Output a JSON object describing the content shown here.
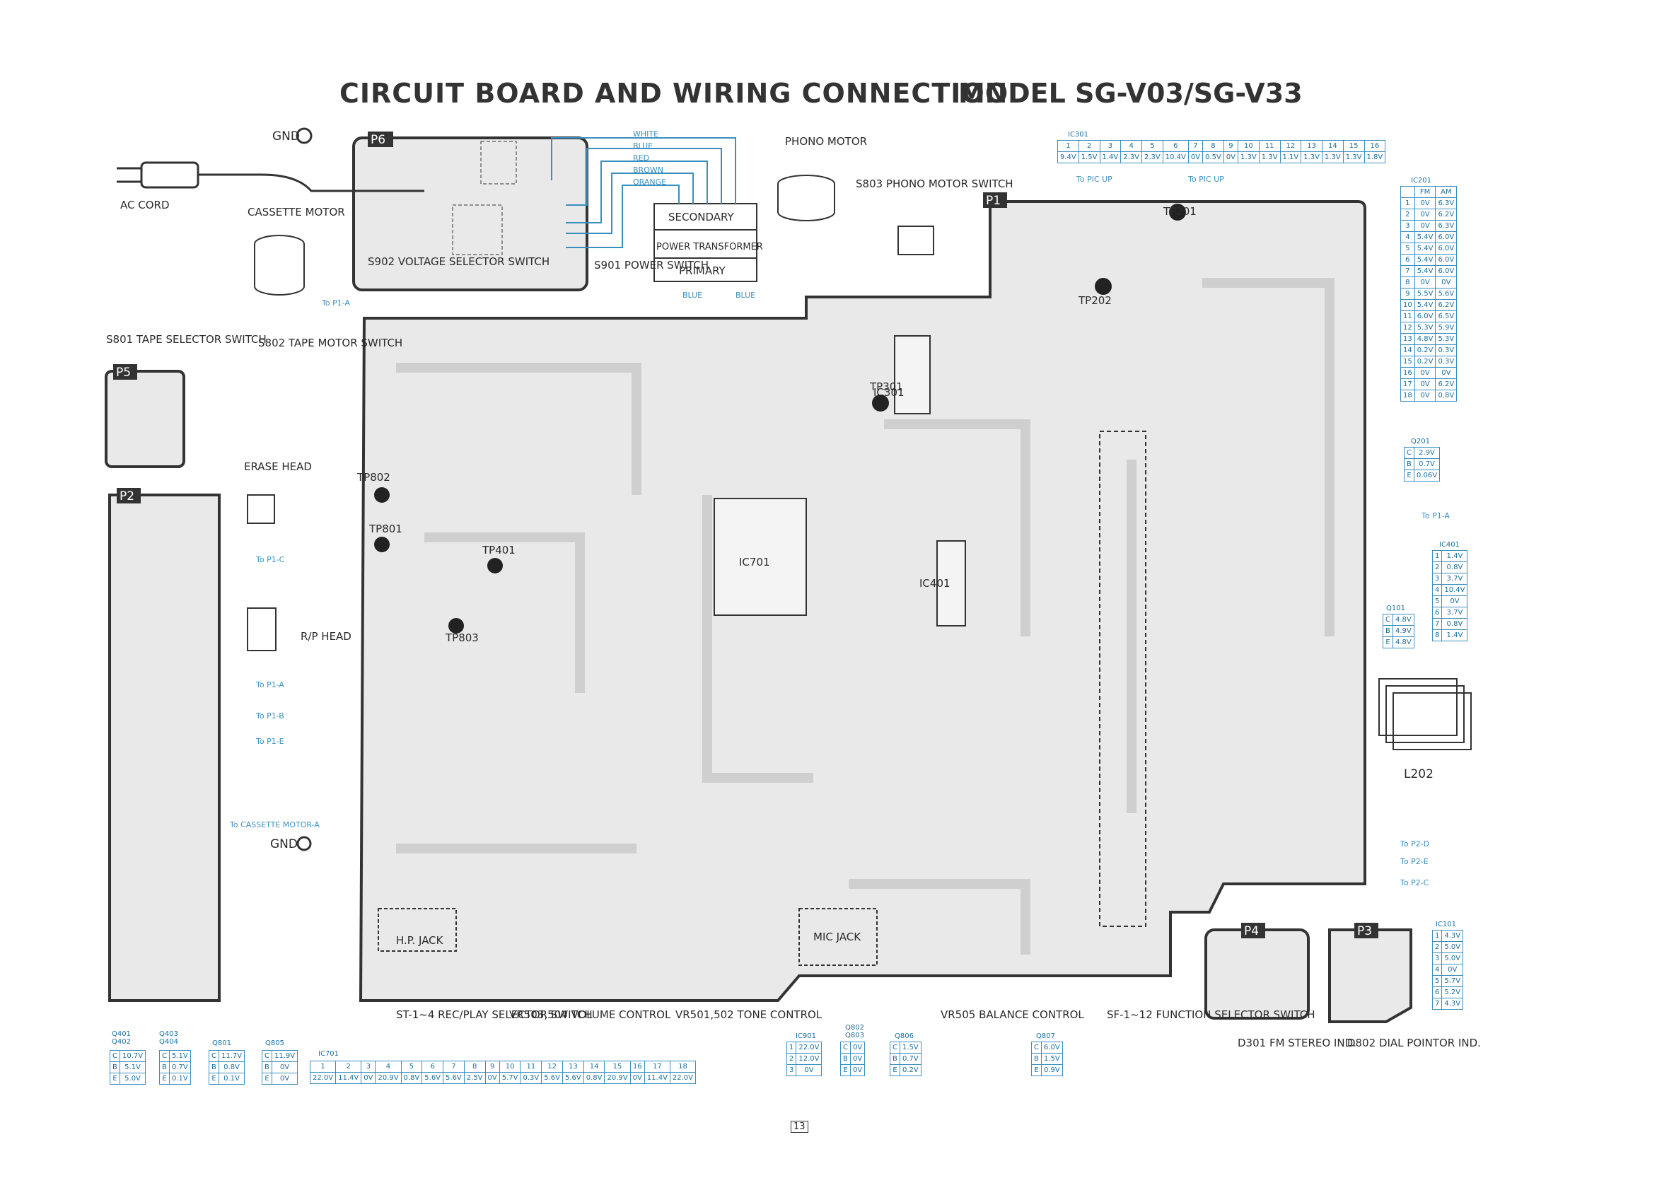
{
  "title": "CIRCUIT BOARD AND WIRING CONNECTION",
  "model": "MODEL SG-V03/SG-V33",
  "page_number": "13",
  "colors": {
    "wire": "#3a8fbf",
    "ink": "#2b2b2b",
    "board": "#e4e4e4"
  },
  "boards": {
    "p1": "P1",
    "p2": "P2",
    "p3": "P3",
    "p4": "P4",
    "p5": "P5",
    "p6": "P6"
  },
  "labels": {
    "gnd_top": "GND",
    "ac_cord": "AC CORD",
    "cassette_motor": "CASSETTE MOTOR",
    "phono_motor": "PHONO MOTOR",
    "s803": "S803 PHONO MOTOR SWITCH",
    "s902": "S902 VOLTAGE SELECTOR SWITCH",
    "s901": "S901 POWER SWITCH",
    "secondary": "SECONDARY",
    "power_transformer": "POWER TRANSFORMER",
    "primary": "PRIMARY",
    "s801": "S801 TAPE SELECTOR SWITCH",
    "s802": "S802 TAPE MOTOR SWITCH",
    "erase_head": "ERASE HEAD",
    "rp_head": "R/P HEAD",
    "gnd_bottom": "GND",
    "to_cassette_motor": "To CASSETTE MOTOR-A",
    "to_p1_a_1": "To P1-A",
    "to_p1_a_2": "To P1-A",
    "to_p1_a_3": "To P1-A",
    "to_p1_b": "To P1-B",
    "to_p1_c": "To P1-C",
    "to_p1_e": "To P1-E",
    "to_pic_up_1": "To PIC UP",
    "to_pic_up_2": "To PIC UP",
    "to_p2_d": "To P2-D",
    "to_p2_e": "To P2-E",
    "to_p2_c": "To P2-C",
    "l202": "L202",
    "st": "ST-1~4 REC/PLAY SELECTOR SWITCH",
    "vr503": "VR503,504 VOLUME CONTROL",
    "vr501": "VR501,502 TONE CONTROL",
    "vr505": "VR505 BALANCE CONTROL",
    "sf": "SF-1~12 FUNCTION SELECTOR SWITCH",
    "d301": "D301 FM STEREO IND.",
    "d802": "D802 DIAL POINTOR IND.",
    "hp_jack": "H.P. JACK",
    "mic_jack": "MIC JACK",
    "ic701": "IC701",
    "ic301": "IC301",
    "ic401": "IC401",
    "tp201": "TP201",
    "tp202": "TP202",
    "tp301": "TP301",
    "tp401": "TP401",
    "tp801": "TP801",
    "tp802": "TP802",
    "tp803": "TP803"
  },
  "wire_colors": [
    "WHITE",
    "BLUE",
    "RED",
    "BROWN",
    "ORANGE"
  ],
  "wire_blue_1": "BLUE",
  "wire_blue_2": "BLUE",
  "ic301_table": {
    "title": "IC301",
    "pins": [
      "1",
      "2",
      "3",
      "4",
      "5",
      "6",
      "7",
      "8",
      "9",
      "10",
      "11",
      "12",
      "13",
      "14",
      "15",
      "16"
    ],
    "volts": [
      "9.4V",
      "1.5V",
      "1.4V",
      "2.3V",
      "2.3V",
      "10.4V",
      "0V",
      "0.5V",
      "0V",
      "1.3V",
      "1.3V",
      "1.1V",
      "1.3V",
      "1.3V",
      "1.3V",
      "1.8V"
    ]
  },
  "ic201_table": {
    "title": "IC201",
    "headers": [
      "",
      "FM",
      "AM"
    ],
    "rows": [
      [
        "1",
        "0V",
        "6.3V"
      ],
      [
        "2",
        "0V",
        "6.2V"
      ],
      [
        "3",
        "0V",
        "6.3V"
      ],
      [
        "4",
        "5.4V",
        "6.0V"
      ],
      [
        "5",
        "5.4V",
        "6.0V"
      ],
      [
        "6",
        "5.4V",
        "6.0V"
      ],
      [
        "7",
        "5.4V",
        "6.0V"
      ],
      [
        "8",
        "0V",
        "0V"
      ],
      [
        "9",
        "5.5V",
        "5.6V"
      ],
      [
        "10",
        "5.4V",
        "6.2V"
      ],
      [
        "11",
        "6.0V",
        "6.5V"
      ],
      [
        "12",
        "5.3V",
        "5.9V"
      ],
      [
        "13",
        "4.8V",
        "5.3V"
      ],
      [
        "14",
        "0.2V",
        "0.3V"
      ],
      [
        "15",
        "0.2V",
        "0.3V"
      ],
      [
        "16",
        "0V",
        "0V"
      ],
      [
        "17",
        "0V",
        "6.2V"
      ],
      [
        "18",
        "0V",
        "0.8V"
      ]
    ]
  },
  "q201_table": {
    "title": "Q201",
    "rows": [
      [
        "C",
        "2.9V"
      ],
      [
        "B",
        "0.7V"
      ],
      [
        "E",
        "0.06V"
      ]
    ]
  },
  "ic401_table": {
    "title": "IC401",
    "rows": [
      [
        "1",
        "1.4V"
      ],
      [
        "2",
        "0.8V"
      ],
      [
        "3",
        "3.7V"
      ],
      [
        "4",
        "10.4V"
      ],
      [
        "5",
        "0V"
      ],
      [
        "6",
        "3.7V"
      ],
      [
        "7",
        "0.8V"
      ],
      [
        "8",
        "1.4V"
      ]
    ]
  },
  "q101_table": {
    "title": "Q101",
    "rows": [
      [
        "C",
        "4.8V"
      ],
      [
        "B",
        "4.9V"
      ],
      [
        "E",
        "4.8V"
      ]
    ]
  },
  "ic101_table": {
    "title": "IC101",
    "rows": [
      [
        "1",
        "4.3V"
      ],
      [
        "2",
        "5.0V"
      ],
      [
        "3",
        "5.0V"
      ],
      [
        "4",
        "0V"
      ],
      [
        "5",
        "5.7V"
      ],
      [
        "6",
        "5.2V"
      ],
      [
        "7",
        "4.3V"
      ]
    ]
  },
  "q401_table": {
    "title": "Q401 Q402",
    "rows": [
      [
        "C",
        "10.7V"
      ],
      [
        "B",
        "5.1V"
      ],
      [
        "E",
        "5.0V"
      ]
    ]
  },
  "q403_table": {
    "title": "Q403 Q404",
    "rows": [
      [
        "C",
        "5.1V"
      ],
      [
        "B",
        "0.7V"
      ],
      [
        "E",
        "0.1V"
      ]
    ]
  },
  "q801_table": {
    "title": "Q801",
    "rows": [
      [
        "C",
        "11.7V"
      ],
      [
        "B",
        "0.8V"
      ],
      [
        "E",
        "0.1V"
      ]
    ]
  },
  "q805_table": {
    "title": "Q805",
    "rows": [
      [
        "C",
        "11.9V"
      ],
      [
        "B",
        "0V"
      ],
      [
        "E",
        "0V"
      ]
    ]
  },
  "ic701_table": {
    "title": "IC701",
    "pins": [
      "1",
      "2",
      "3",
      "4",
      "5",
      "6",
      "7",
      "8",
      "9",
      "10",
      "11",
      "12",
      "13",
      "14",
      "15",
      "16",
      "17",
      "18"
    ],
    "volts": [
      "22.0V",
      "11.4V",
      "0V",
      "20.9V",
      "0.8V",
      "5.6V",
      "5.6V",
      "2.5V",
      "0V",
      "5.7V",
      "0.3V",
      "5.6V",
      "5.6V",
      "0.8V",
      "20.9V",
      "0V",
      "11.4V",
      "22.0V"
    ]
  },
  "ic901_table": {
    "title": "IC901",
    "rows": [
      [
        "1",
        "22.0V"
      ],
      [
        "2",
        "12.0V"
      ],
      [
        "3",
        "0V"
      ]
    ]
  },
  "q802_table": {
    "title": "Q802 Q803",
    "rows": [
      [
        "C",
        "0V"
      ],
      [
        "B",
        "0V"
      ],
      [
        "E",
        "0V"
      ]
    ]
  },
  "q806_table": {
    "title": "Q806",
    "rows": [
      [
        "C",
        "1.5V"
      ],
      [
        "B",
        "0.7V"
      ],
      [
        "E",
        "0.2V"
      ]
    ]
  },
  "q807_table": {
    "title": "Q807",
    "rows": [
      [
        "C",
        "6.0V"
      ],
      [
        "B",
        "1.5V"
      ],
      [
        "E",
        "0.9V"
      ]
    ]
  }
}
